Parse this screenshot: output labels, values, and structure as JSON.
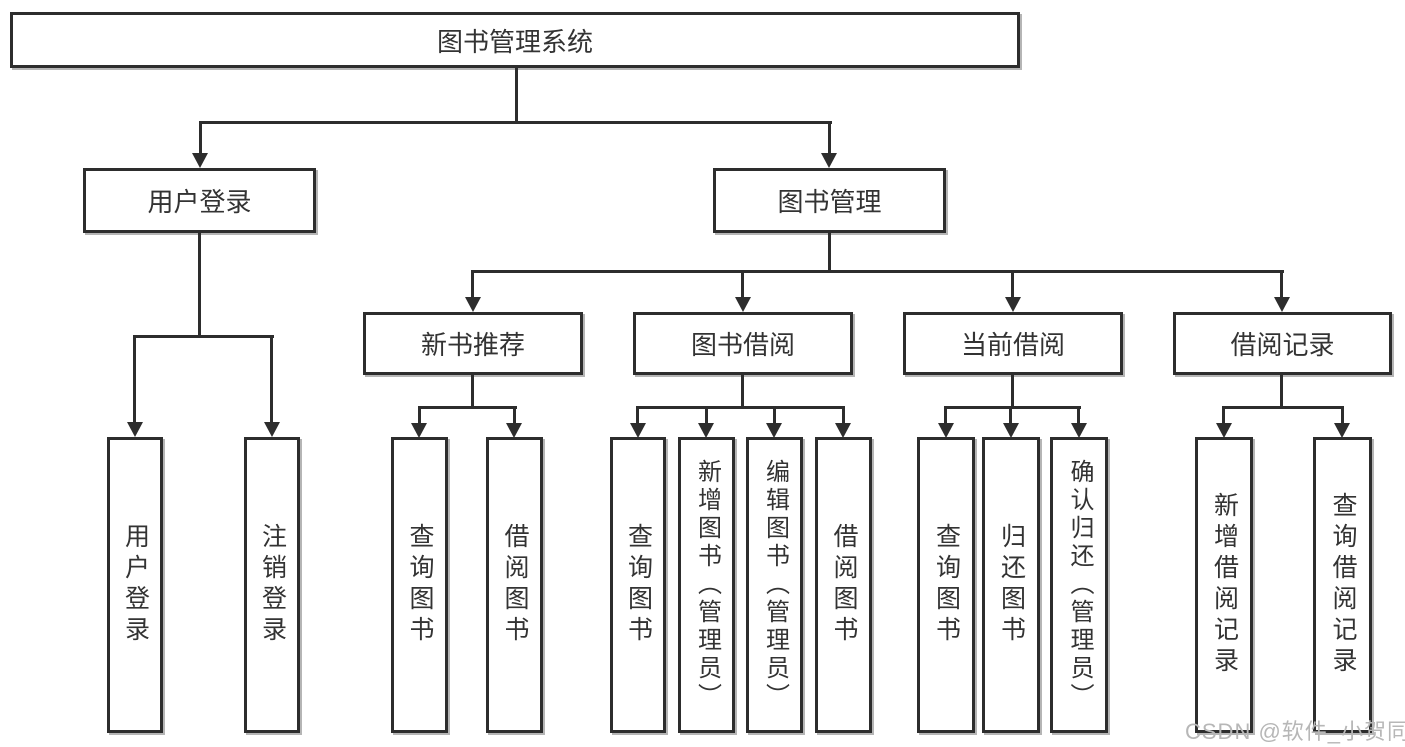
{
  "page": {
    "background": "#ffffff"
  },
  "colors": {
    "line": "#2d2d2d",
    "box_border": "#2d2d2d",
    "text": "#333333",
    "watermark": "#b7b7b7"
  },
  "tree": {
    "label": "图书管理系统",
    "children": [
      {
        "label": "用户登录",
        "children": [
          {
            "label": "用户登录"
          },
          {
            "label": "注销登录"
          }
        ]
      },
      {
        "label": "图书管理",
        "children": [
          {
            "label": "新书推荐",
            "children": [
              {
                "label": "查询图书"
              },
              {
                "label": "借阅图书"
              }
            ]
          },
          {
            "label": "图书借阅",
            "children": [
              {
                "label": "查询图书"
              },
              {
                "label": "新增图书（管理员）"
              },
              {
                "label": "编辑图书（管理员）"
              },
              {
                "label": "借阅图书"
              }
            ]
          },
          {
            "label": "当前借阅",
            "children": [
              {
                "label": "查询图书"
              },
              {
                "label": "归还图书"
              },
              {
                "label": "确认归还（管理员）"
              }
            ]
          },
          {
            "label": "借阅记录",
            "children": [
              {
                "label": "新增借阅记录"
              },
              {
                "label": "查询借阅记录"
              }
            ]
          }
        ]
      }
    ]
  },
  "watermark": {
    "text": "CSDN @软件_小贺同学"
  }
}
